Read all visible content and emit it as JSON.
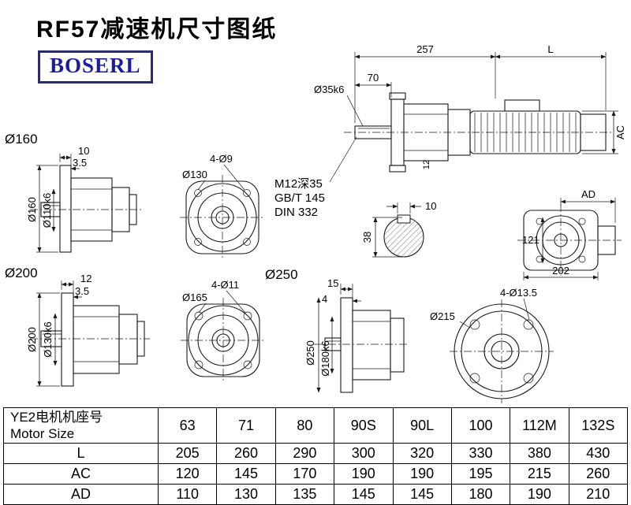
{
  "page": {
    "title": "RF57减速机尺寸图纸"
  },
  "brand": {
    "name": "BOSERL",
    "text_color": "#1c1c9e",
    "border_color": "#2b2b6e"
  },
  "sections": {
    "d160": {
      "label": "Ø160",
      "dim_top1": "10",
      "dim_top2": "3.5",
      "dim_od": "Ø160",
      "dim_bore": "Ø110k6"
    },
    "flange130": {
      "circle": "Ø130",
      "bolt": "4-Ø9"
    },
    "main": {
      "dim_257": "257",
      "dim_L": "L",
      "dim_70": "70",
      "shaft_dia": "Ø35k6",
      "dim_ac": "AC",
      "dim_key": "12",
      "note1": "M12深35",
      "note2": "GB/T 145",
      "note3": "DIN 332"
    },
    "shaft_section": {
      "key_width": "10",
      "diameter": "38"
    },
    "ad_view": {
      "ad": "AD",
      "height": "121",
      "width": "202"
    },
    "d200": {
      "label": "Ø200",
      "dim_top1": "12",
      "dim_top2": "3.5",
      "dim_od": "Ø200",
      "dim_bore": "Ø130k6"
    },
    "flange165": {
      "circle": "Ø165",
      "bolt": "4-Ø11"
    },
    "d250": {
      "label": "Ø250",
      "dim_top1": "15",
      "dim_top2": "4",
      "dim_od": "Ø250",
      "dim_bore": "Ø180k6"
    },
    "flange215": {
      "circle": "Ø215",
      "bolt": "4-Ø13.5"
    }
  },
  "table": {
    "header": {
      "line1": "YE2电机机座号",
      "line2": "Motor Size"
    },
    "columns": [
      "63",
      "71",
      "80",
      "90S",
      "90L",
      "100",
      "112M",
      "132S"
    ],
    "rows": [
      {
        "label": "L",
        "values": [
          "205",
          "260",
          "290",
          "300",
          "320",
          "330",
          "380",
          "430"
        ]
      },
      {
        "label": "AC",
        "values": [
          "120",
          "145",
          "170",
          "190",
          "190",
          "195",
          "215",
          "260"
        ]
      },
      {
        "label": "AD",
        "values": [
          "110",
          "130",
          "135",
          "145",
          "145",
          "180",
          "190",
          "210"
        ]
      }
    ]
  }
}
